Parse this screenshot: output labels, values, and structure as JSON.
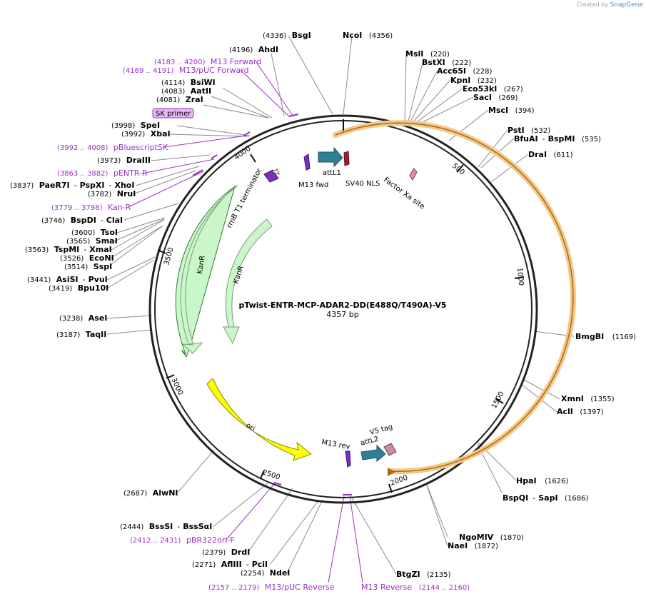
{
  "watermark": {
    "prefix": "Created by",
    "brand": "SnapGene"
  },
  "plasmid": {
    "name": "pTwist-ENTR-MCP-ADAR2-DD(E488Q/T490A)-V5",
    "length_label": "4357 bp"
  },
  "ticks": [
    "500",
    "1000",
    "1500",
    "2000",
    "2500",
    "3000",
    "3500",
    "4000"
  ],
  "enzymes": [
    {
      "pos": "(4336)",
      "name": "BsgI"
    },
    {
      "pos": "(4356)",
      "name": "NcoI"
    },
    {
      "pos": "(4196)",
      "name": "AhdI"
    },
    {
      "pos": "(4114)",
      "name": "BsiWI"
    },
    {
      "pos": "(4083)",
      "name": "AatII"
    },
    {
      "pos": "(4081)",
      "name": "ZraI"
    },
    {
      "pos": "(3998)",
      "name": "SpeI"
    },
    {
      "pos": "(3992)",
      "name": "XbaI"
    },
    {
      "pos": "(3973)",
      "name": "DraIII"
    },
    {
      "pos": "(3837)",
      "name": "PaeR7I",
      "extra": [
        "PspXI",
        "XhoI"
      ]
    },
    {
      "pos": "(3782)",
      "name": "NruI"
    },
    {
      "pos": "(3746)",
      "name": "BspDI",
      "extra": [
        "ClaI"
      ]
    },
    {
      "pos": "(3600)",
      "name": "TsoI"
    },
    {
      "pos": "(3565)",
      "name": "SmaI"
    },
    {
      "pos": "(3563)",
      "name": "TspMI",
      "extra": [
        "XmaI"
      ]
    },
    {
      "pos": "(3526)",
      "name": "EcoNI"
    },
    {
      "pos": "(3514)",
      "name": "SspI"
    },
    {
      "pos": "(3441)",
      "name": "AsiSI",
      "extra": [
        "PvuI"
      ]
    },
    {
      "pos": "(3419)",
      "name": "Bpu10I"
    },
    {
      "pos": "(3238)",
      "name": "AseI"
    },
    {
      "pos": "(3187)",
      "name": "TaqII"
    },
    {
      "pos": "(2687)",
      "name": "AlwNI"
    },
    {
      "pos": "(2444)",
      "name": "BssSI",
      "extra": [
        "BssSαI"
      ]
    },
    {
      "pos": "(2379)",
      "name": "DrdI"
    },
    {
      "pos": "(2271)",
      "name": "AflIII",
      "extra": [
        "PciI"
      ]
    },
    {
      "pos": "(2254)",
      "name": "NdeI"
    },
    {
      "pos": "(2135)",
      "name": "BtgZI"
    },
    {
      "pos": "(1870)",
      "name": "NgoMIV"
    },
    {
      "pos": "(1872)",
      "name": "NaeI"
    },
    {
      "pos": "(1686)",
      "name": "BspQI",
      "extra": [
        "SapI"
      ]
    },
    {
      "pos": "(1626)",
      "name": "HpaI"
    },
    {
      "pos": "(1397)",
      "name": "AclI"
    },
    {
      "pos": "(1355)",
      "name": "XmnI"
    },
    {
      "pos": "(1169)",
      "name": "BmgBI"
    },
    {
      "pos": "(611)",
      "name": "DraI"
    },
    {
      "pos": "(535)",
      "name": "BfuAI",
      "extra": [
        "BspMI"
      ]
    },
    {
      "pos": "(532)",
      "name": "PstI"
    },
    {
      "pos": "(394)",
      "name": "MscI"
    },
    {
      "pos": "(269)",
      "name": "SacI"
    },
    {
      "pos": "(267)",
      "name": "Eco53kI"
    },
    {
      "pos": "(232)",
      "name": "KpnI"
    },
    {
      "pos": "(228)",
      "name": "Acc65I"
    },
    {
      "pos": "(222)",
      "name": "BstXI"
    },
    {
      "pos": "(220)",
      "name": "MslI"
    }
  ],
  "primers": [
    {
      "range": "(4183 .. 4200)",
      "name": "M13 Forward"
    },
    {
      "range": "(4169 .. 4191)",
      "name": "M13/pUC Forward"
    },
    {
      "range": "",
      "name": "SK primer"
    },
    {
      "range": "(3992 .. 4008)",
      "name": "pBluescriptSK"
    },
    {
      "range": "(3863 .. 3882)",
      "name": "pENTR-R"
    },
    {
      "range": "(3779 .. 3798)",
      "name": "Kan-R"
    },
    {
      "range": "(2412 .. 2431)",
      "name": "pBR322ori-F"
    },
    {
      "range": "(2157 .. 2179)",
      "name": "M13/pUC Reverse"
    },
    {
      "range": "(2144 .. 2160)",
      "name": "M13 Reverse"
    }
  ],
  "features": [
    "rrnB T1 terminator",
    "M13 fwd",
    "attL1",
    "SV40 NLS",
    "Factor Xa site",
    "KanR",
    "KanR",
    "ori",
    "M13 rev",
    "attL2",
    "V5 tag"
  ],
  "colors": {
    "primer": "#9b30c8",
    "backbone": "#222222",
    "insert_highlight": "#f3b25e",
    "kanr_fill": "#c9f7c9",
    "ori_fill": "#ffff00",
    "attl_fill": "#2f7f96",
    "m13_fill": "#7b2bc9",
    "sv40_fill": "#a3193b",
    "xa_fill": "#e58cb2",
    "v5_fill": "#c88da3"
  }
}
